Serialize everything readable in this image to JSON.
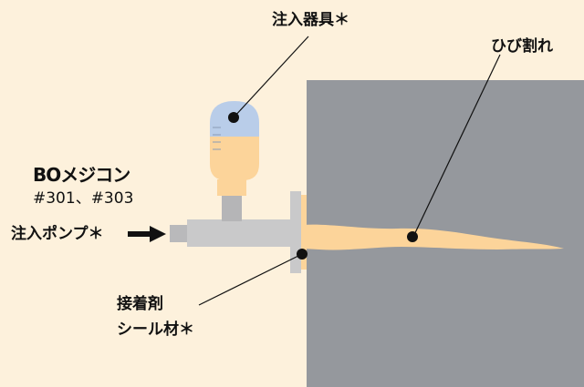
{
  "labels": {
    "injector": "注入器具＊",
    "crack": "ひび割れ",
    "product_name": "BOメジコン",
    "product_codes": "#301、#303",
    "pump": "注入ポンプ＊",
    "adhesive_line1": "接着剤",
    "adhesive_line2": "シール材＊"
  },
  "colors": {
    "background": "#fdf1dc",
    "wall": "#95989d",
    "pipe": "#c9c9ca",
    "pipe_dark": "#a8a8aa",
    "resin": "#fcd49a",
    "container_top": "#b9cde9",
    "arrow": "#111111"
  }
}
